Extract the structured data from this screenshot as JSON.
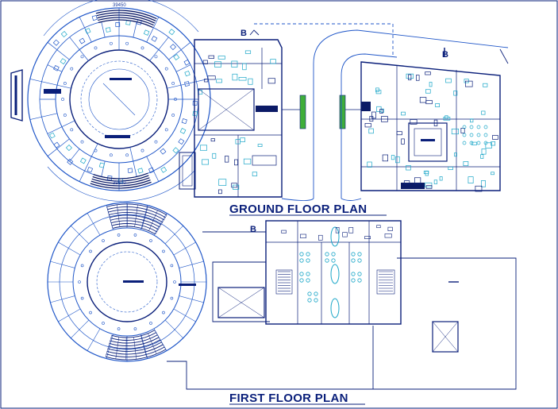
{
  "drawing": {
    "ground_floor_title": "GROUND FLOOR PLAN",
    "first_floor_title": "FIRST FLOOR PLAN",
    "section_marker_top_left": "B",
    "section_marker_top_right": "B",
    "section_marker_first_floor": "B",
    "dimension_top": "39450",
    "dimension_bottom": "39640"
  },
  "colors": {
    "line_primary": "#0a1f7a",
    "line_secondary": "#1f56c8",
    "furniture_cyan": "#1aa6c8",
    "stair_dark": "#0b1a66",
    "accent_green": "#3fae3a",
    "background": "#ffffff"
  }
}
